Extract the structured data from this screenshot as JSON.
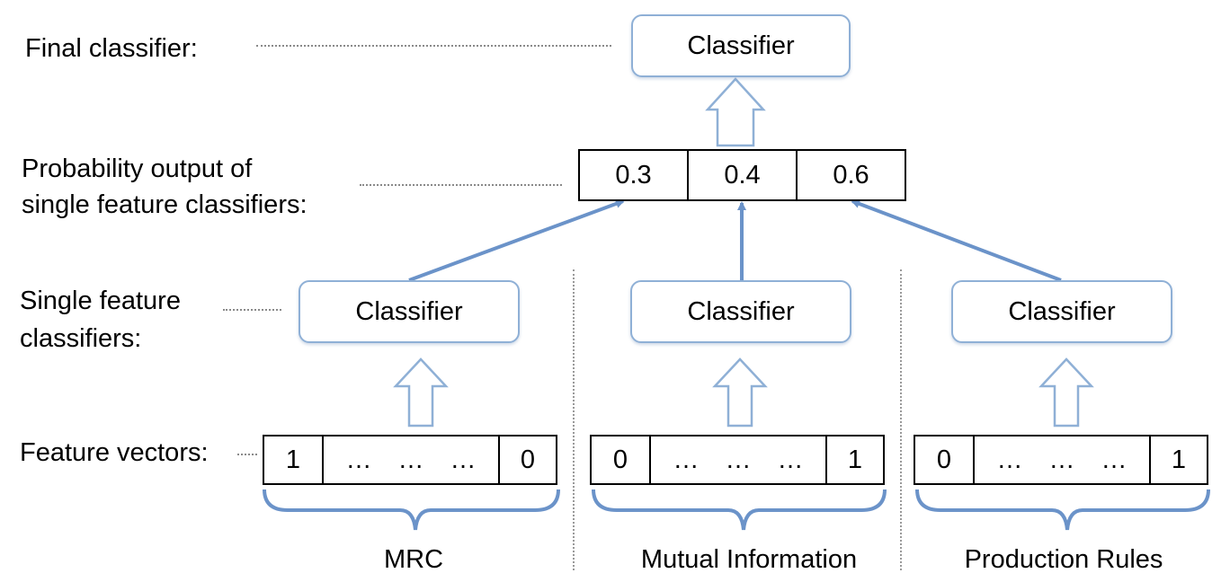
{
  "labels": {
    "final": "Final classifier:",
    "prob_line1": "Probability output of",
    "prob_line2": "single feature classifiers:",
    "single_line1": "Single feature",
    "single_line2": "classifiers:",
    "vectors": "Feature vectors:"
  },
  "final_classifier": "Classifier",
  "probabilities": [
    "0.3",
    "0.4",
    "0.6"
  ],
  "groups": [
    {
      "name": "MRC",
      "classifier": "Classifier",
      "first": "1",
      "ellipses": [
        "…",
        "…",
        "…"
      ],
      "last": "0"
    },
    {
      "name": "Mutual Information",
      "classifier": "Classifier",
      "first": "0",
      "ellipses": [
        "…",
        "…",
        "…"
      ],
      "last": "1"
    },
    {
      "name": "Production Rules",
      "classifier": "Classifier",
      "first": "0",
      "ellipses": [
        "…",
        "…",
        "…"
      ],
      "last": "1"
    }
  ],
  "colors": {
    "accent": "#6b93c9",
    "box_border": "#8fb0d6"
  }
}
